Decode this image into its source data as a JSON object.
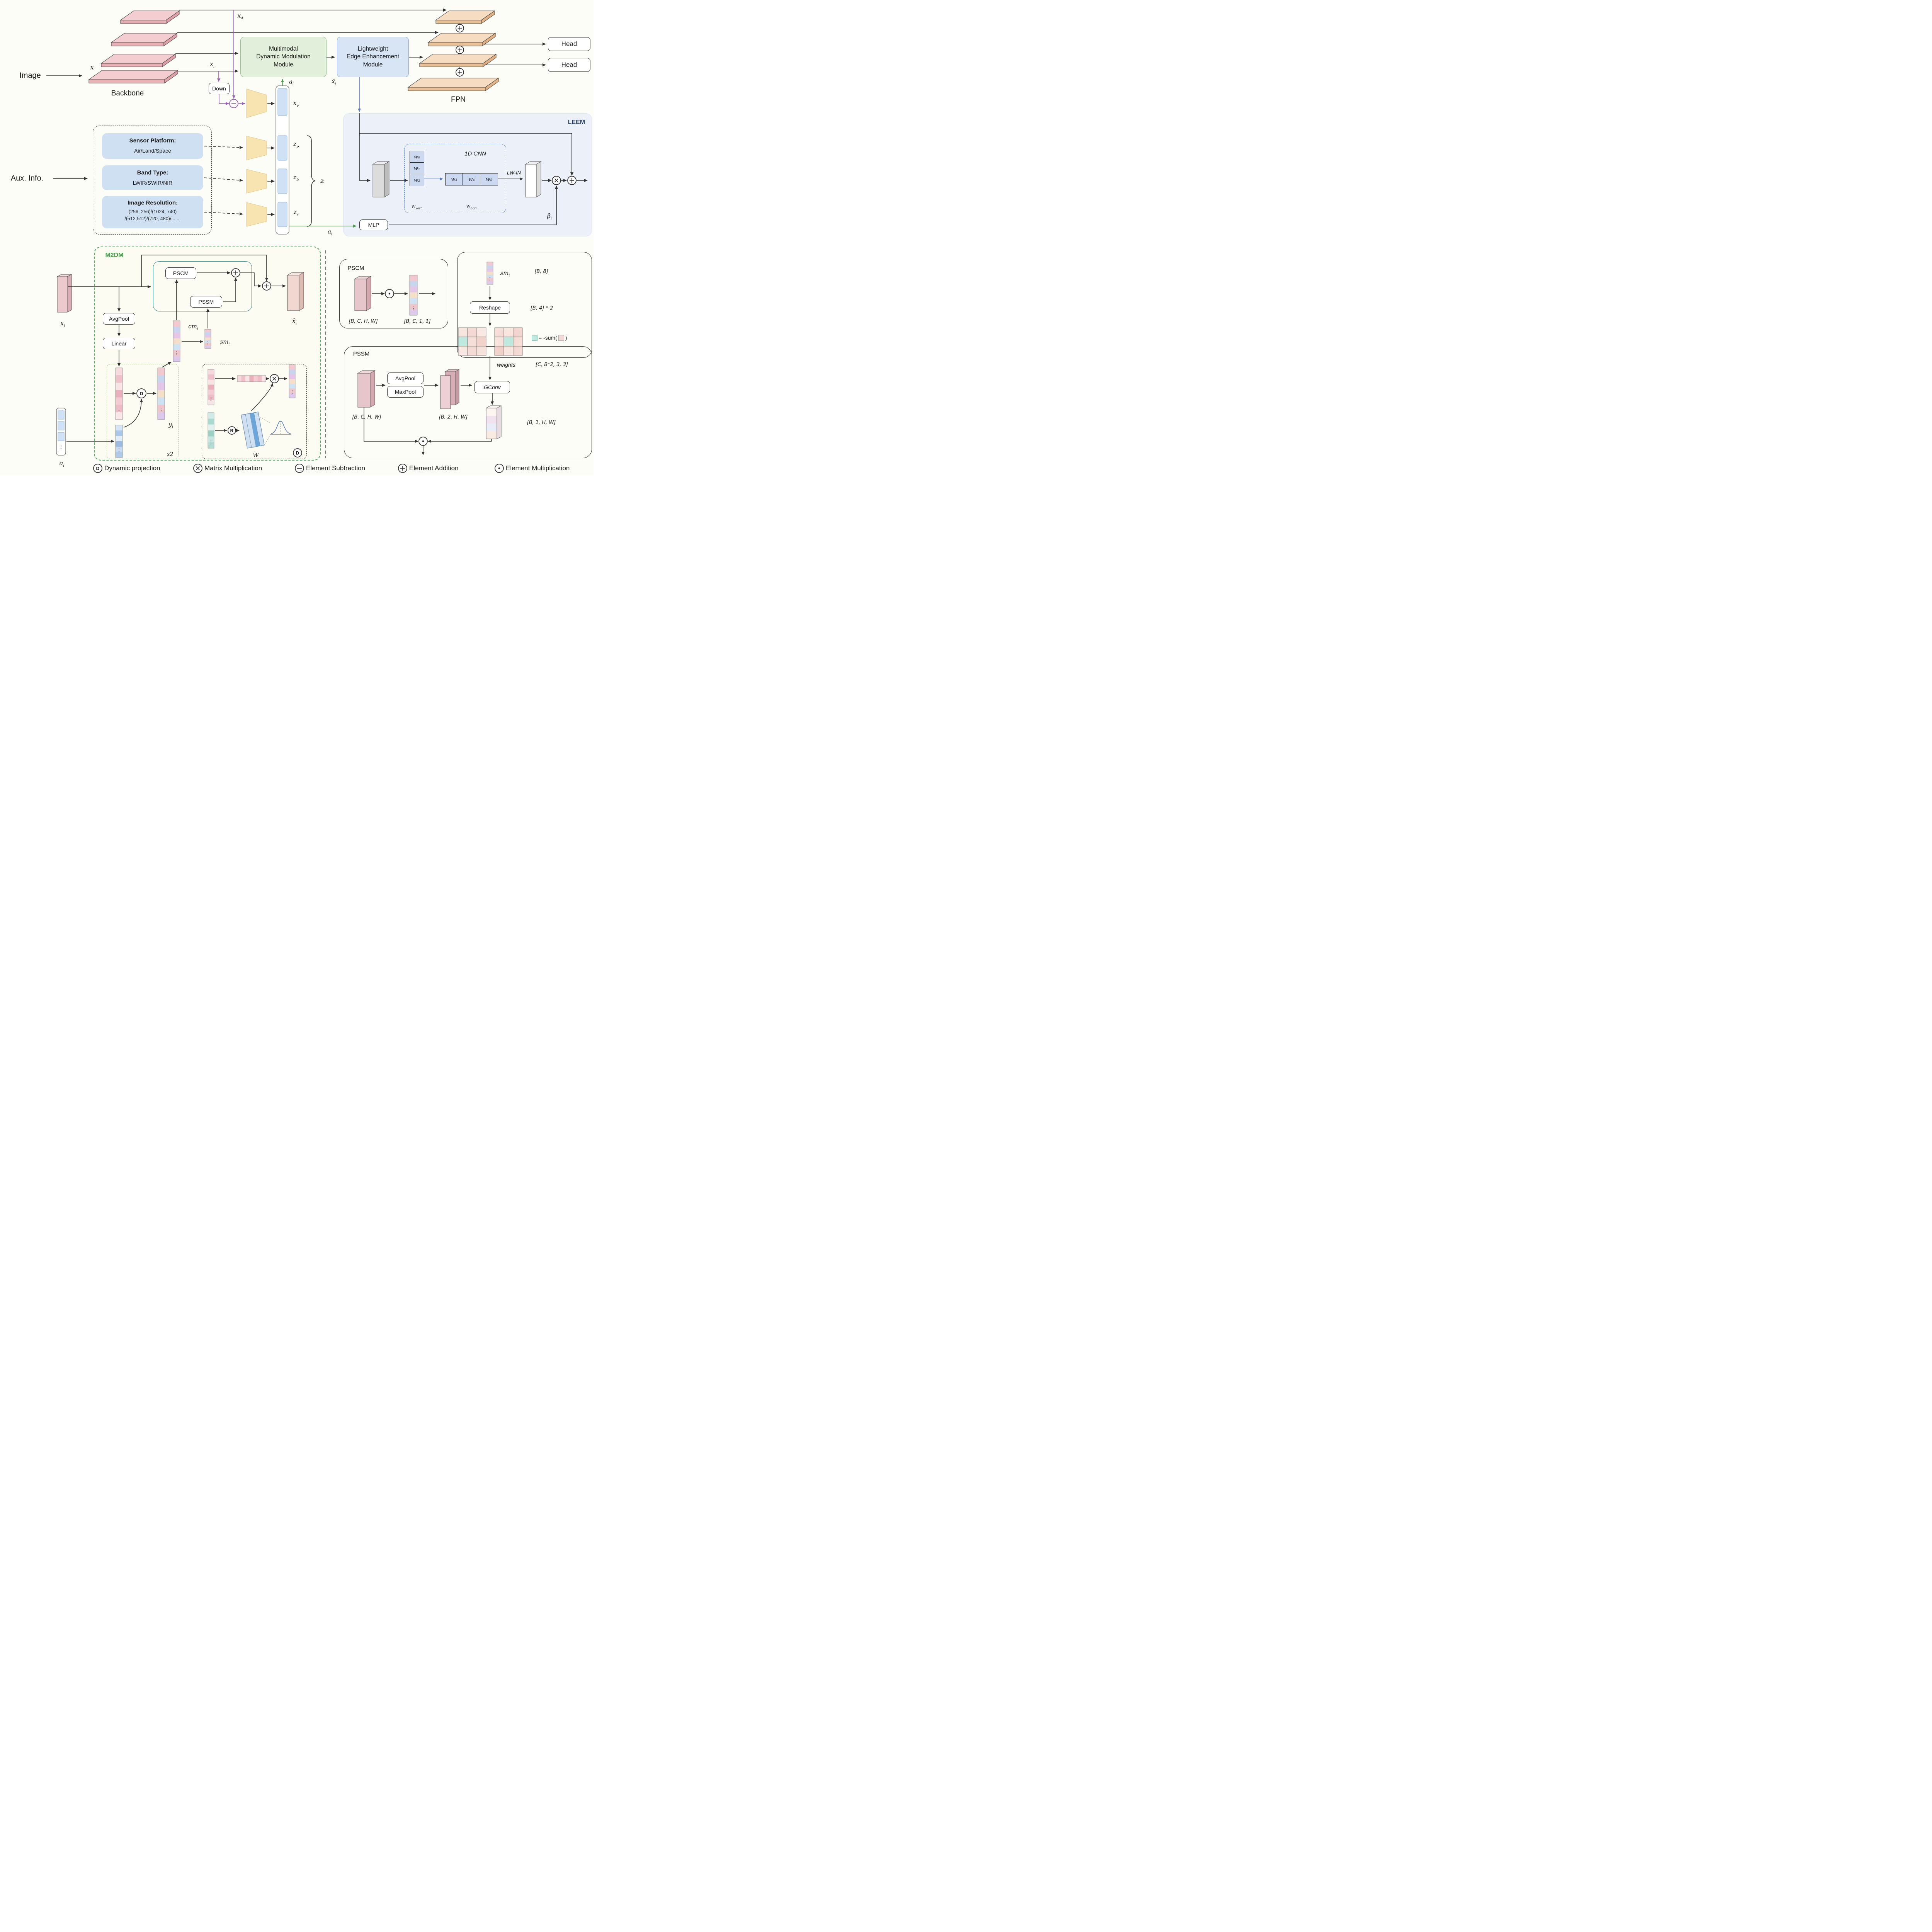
{
  "colors": {
    "backbone_pink": "#f4cdd1",
    "fpn_tan": "#f6dcc0",
    "module_green": "#e2efdb",
    "module_blue": "#d7e5f5",
    "leem_bg": "#ecf1f9",
    "aux_blue": "#cfe0f2",
    "encoder_yellow": "#f8e4b0",
    "m2dm_green": "#3f9d44",
    "accent_purple": "#9a5bb5",
    "accent_green": "#4e9a4e",
    "accent_blue": "#5b7fc7",
    "teal_cell": "#bfe9df",
    "pink_cell": "#f3d9d5"
  },
  "ops": {
    "d": "D",
    "r": "R",
    "vdots": "⋮"
  },
  "top": {
    "image": "Image",
    "x": "x",
    "backbone": "Backbone",
    "x4": {
      "b": "x",
      "s": "4"
    },
    "xi": {
      "b": "x",
      "s": "i"
    },
    "down": "Down",
    "mdmm": "Multimodal\nDynamic Modulation\nModule",
    "leem_module": "Lightweight\nEdge Enhancement\nModule",
    "ai": {
      "b": "a",
      "s": "i"
    },
    "xbar": {
      "b": "x̄",
      "s": "i"
    },
    "fpn": "FPN",
    "head1": "Head",
    "head2": "Head"
  },
  "aux": {
    "label": "Aux. Info.",
    "sensor_title": "Sensor Platform:",
    "sensor_value": "Air/Land/Space",
    "band_title": "Band Type:",
    "band_value": "LWIR/SWIR/NIR",
    "res_title": "Image Resolution:",
    "res_value1": "(256, 256)/(1024, 740)",
    "res_value2": "/(512,512)/(720, 480)/... ...",
    "xe": {
      "b": "x",
      "s": "e"
    },
    "zp": {
      "b": "z",
      "s": "p"
    },
    "zb": {
      "b": "z",
      "s": "b"
    },
    "zr": {
      "b": "z",
      "s": "r"
    },
    "z": "z",
    "ai": {
      "b": "a",
      "s": "i"
    }
  },
  "leem": {
    "title": "LEEM",
    "cnn": "1D CNN",
    "w0": "w₀",
    "w1": "w₁",
    "w2": "w₂",
    "w3": "w₃",
    "w4": "w₄",
    "w5": "w₅",
    "wvert": {
      "b": "w",
      "s": "vert"
    },
    "whori": {
      "b": "w",
      "s": "hori"
    },
    "lwin": "LW-IN",
    "mlp": "MLP",
    "beta": {
      "b": "β",
      "s": "i"
    }
  },
  "m2dm": {
    "title": "M2DM",
    "xi": {
      "b": "x",
      "s": "i"
    },
    "avgpool": "AvgPool",
    "linear": "Linear",
    "pscm": "PSCM",
    "pssm": "PSSM",
    "cmi": {
      "b": "cm",
      "s": "i"
    },
    "smi": {
      "b": "sm",
      "s": "i"
    },
    "yi": {
      "b": "y",
      "s": "i"
    },
    "ai": {
      "b": "a",
      "s": "i"
    },
    "x2": "x2",
    "w": "W",
    "xbar": {
      "b": "x̄",
      "s": "i"
    }
  },
  "pscm": {
    "title": "PSCM",
    "shape_in": "[B, C, H, W]",
    "shape_vec": "[B, C, 1, 1]"
  },
  "reshape": {
    "smi": {
      "b": "sm",
      "s": "i"
    },
    "b8": "[B, 8]",
    "reshape": "Reshape",
    "b42": "[B, 4] * 2",
    "sum_open": "= -sum(",
    "sum_close": ")",
    "weights": "weights",
    "wshape": "[C, B*2, 3, 3]"
  },
  "pssm": {
    "title": "PSSM",
    "shape_in": "[B, C, H, W]",
    "avgpool": "AvgPool",
    "maxpool": "MaxPool",
    "shape_mid": "[B, 2, H, W]",
    "gconv": "GConv",
    "shape_out": "[B, 1, H, W]"
  },
  "legend": {
    "d": "Dynamic projection",
    "matmul": "Matrix Multiplication",
    "sub": "Element Subtraction",
    "add": "Element Addition",
    "mul": "Element Multiplication"
  }
}
